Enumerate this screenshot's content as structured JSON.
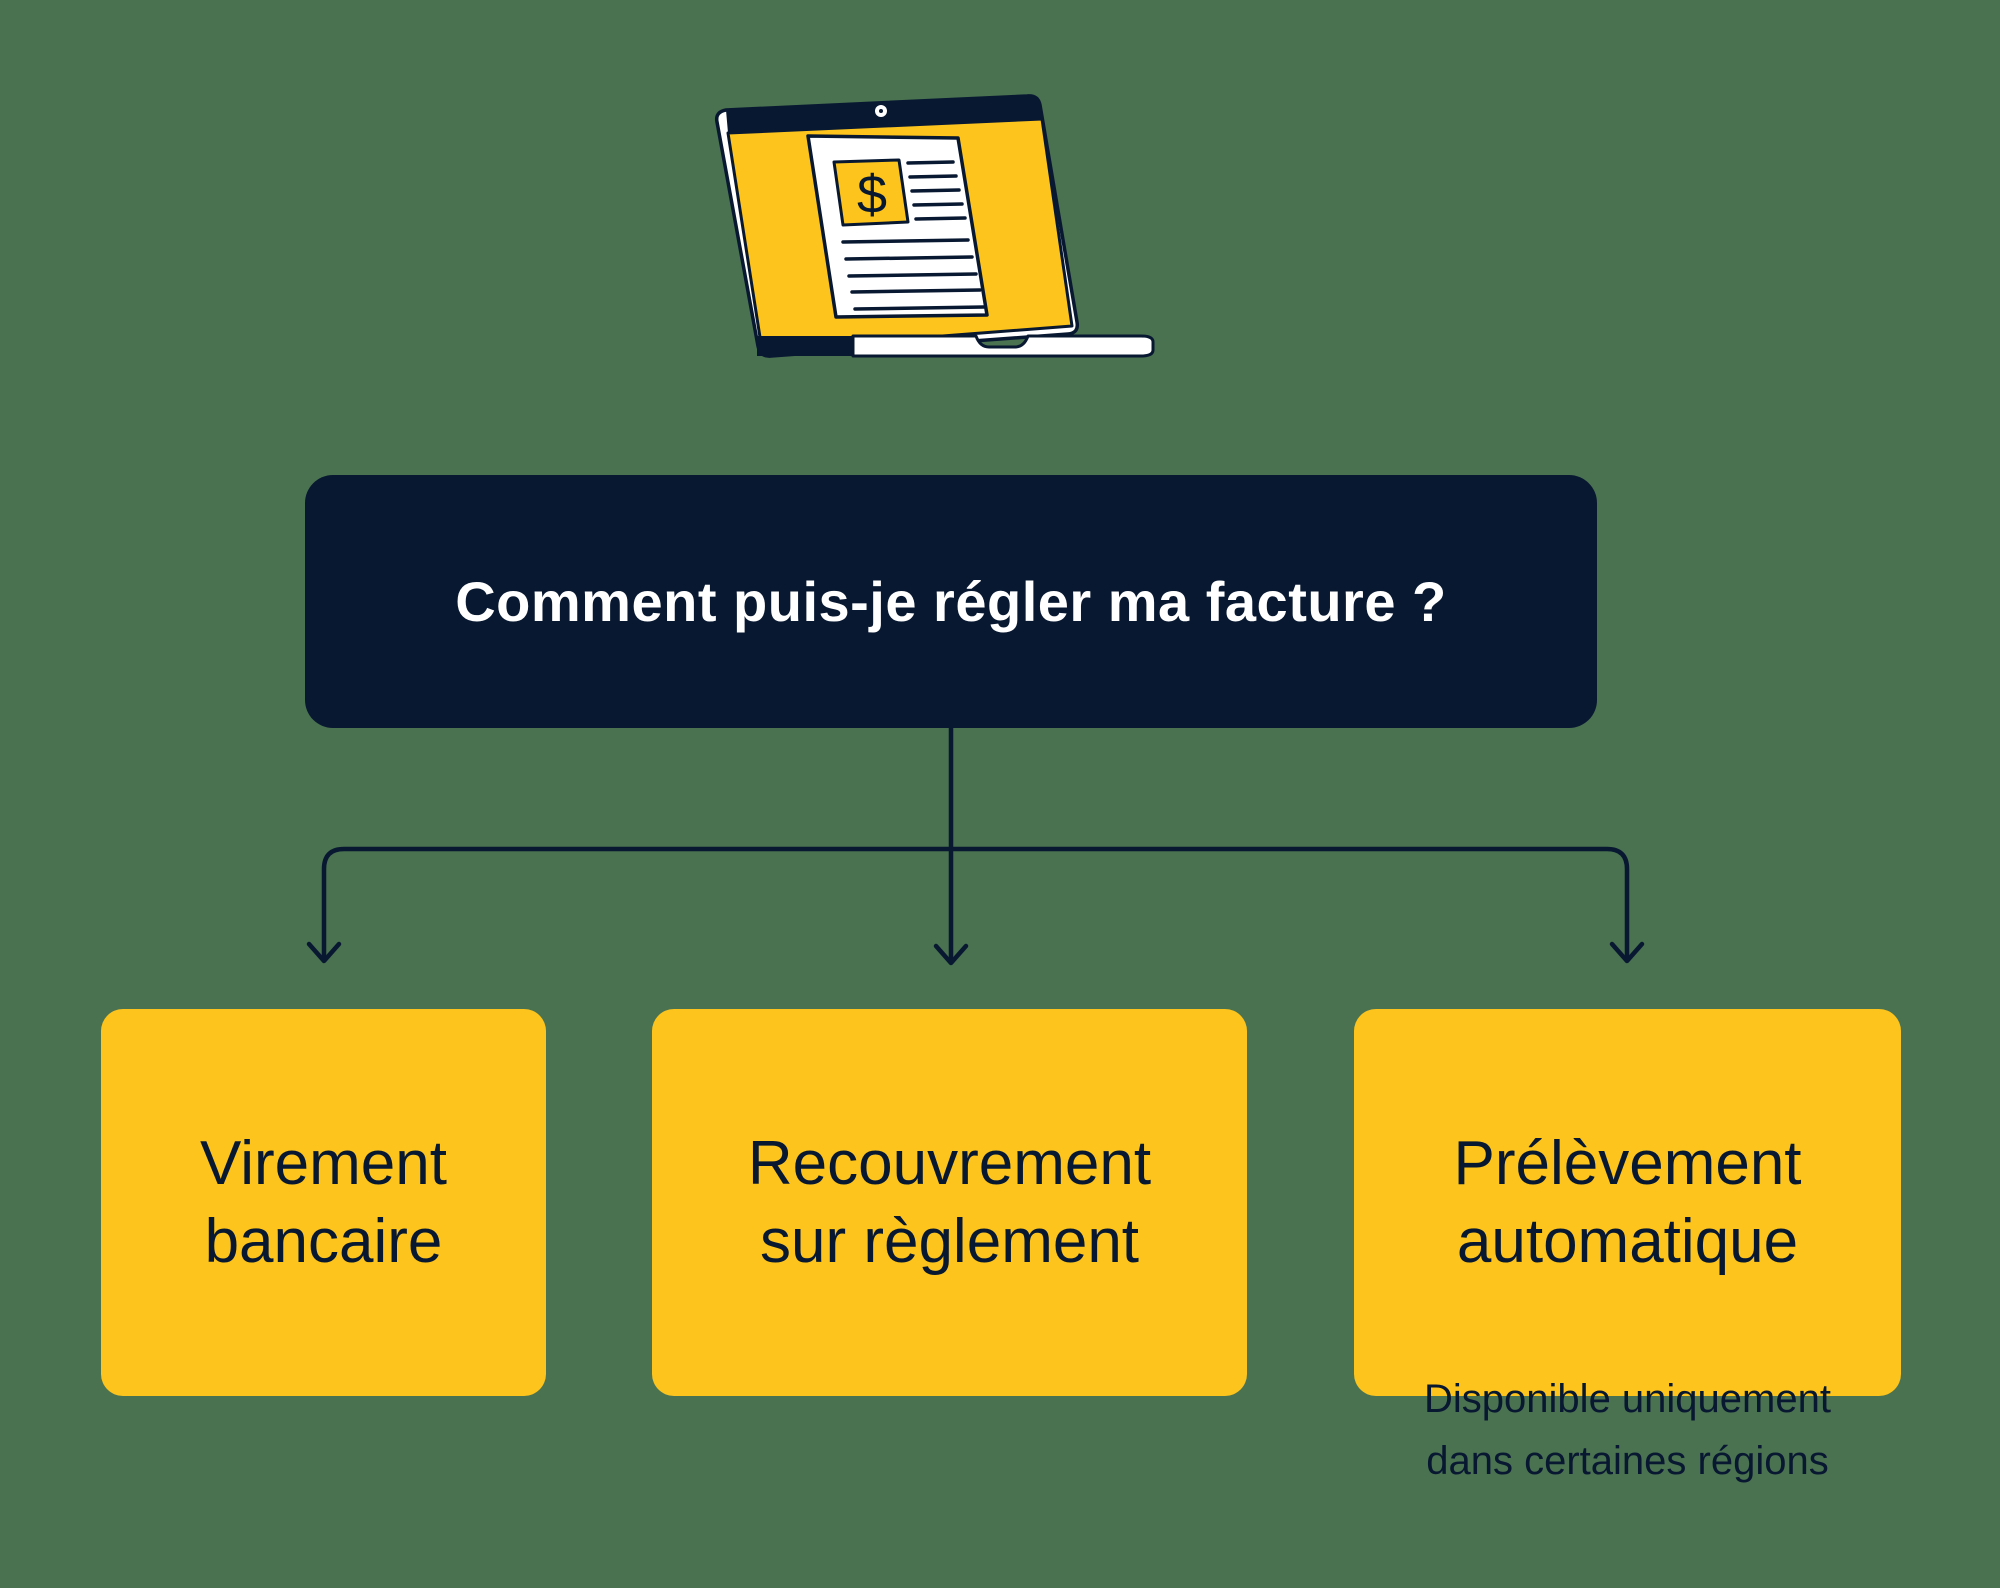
{
  "colors": {
    "background": "#4A7150",
    "yellow": "#FCC41D",
    "navy": "#081831",
    "white": "#FFFFFF"
  },
  "illustration": {
    "name": "laptop-showing-invoice",
    "dollar_sign": "$"
  },
  "question": {
    "text": "Comment puis-je régler ma facture ?"
  },
  "options": [
    {
      "line1": "Virement",
      "line2": "bancaire"
    },
    {
      "line1": "Recouvrement",
      "line2": "sur règlement"
    },
    {
      "line1": "Prélèvement",
      "line2": "automatique",
      "note_line1": "Disponible uniquement",
      "note_line2": "dans certaines régions"
    }
  ]
}
